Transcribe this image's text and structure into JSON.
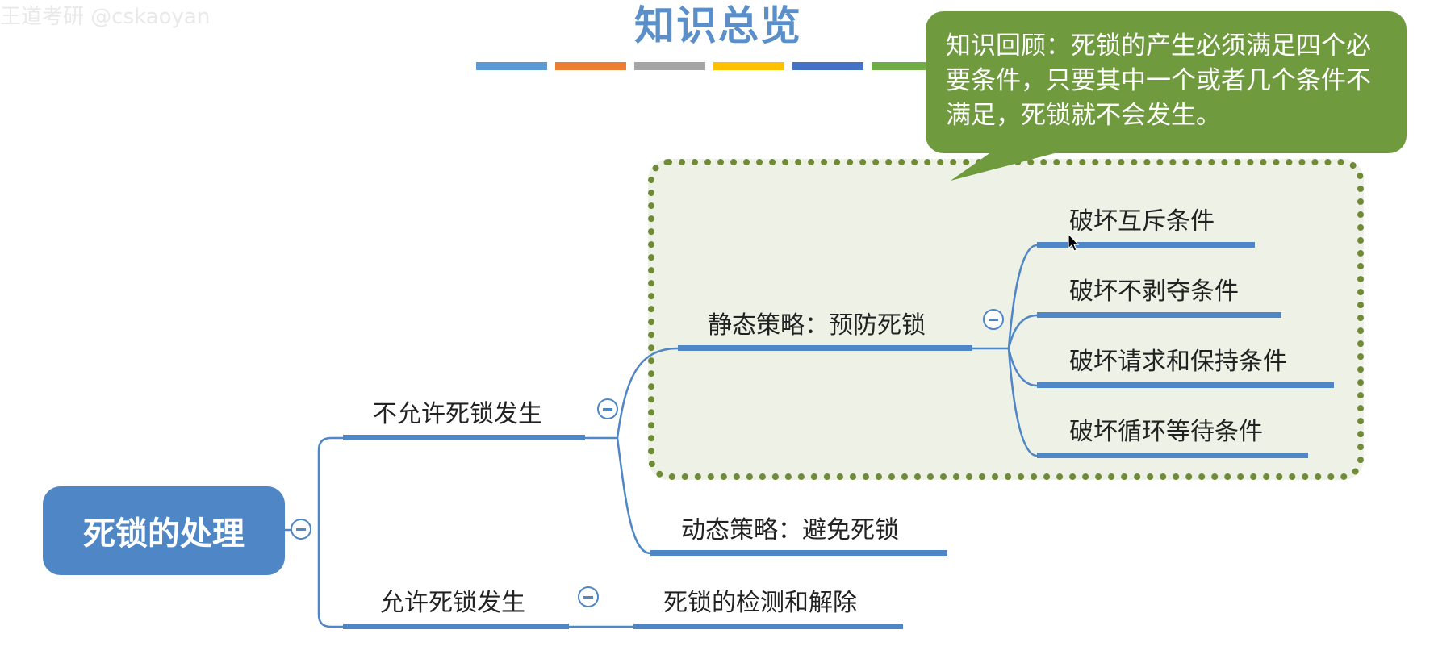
{
  "watermark": "王道考研 @cskaoyan",
  "title": "知识总览",
  "color_bar_colors": [
    "#5b9bd5",
    "#ed7d31",
    "#a5a5a5",
    "#ffc000",
    "#4472c4",
    "#70ad47"
  ],
  "callout": {
    "text": "知识回顾：死锁的产生必须满足四个必要条件，只要其中一个或者几个条件不满足，死锁就不会发生。"
  },
  "mindmap": {
    "root": "死锁的处理",
    "branches": [
      {
        "label": "不允许死锁发生",
        "children": [
          {
            "label": "静态策略：预防死锁",
            "children": [
              "破坏互斥条件",
              "破坏不剥夺条件",
              "破坏请求和保持条件",
              "破坏循环等待条件"
            ]
          },
          {
            "label": "动态策略：避免死锁"
          }
        ]
      },
      {
        "label": "允许死锁发生",
        "children": [
          {
            "label": "死锁的检测和解除"
          }
        ]
      }
    ]
  },
  "colors": {
    "accent": "#4f86c6",
    "group_fill": "#eef1e5",
    "group_border": "#6f8b38",
    "callout": "#6f9a3d"
  }
}
